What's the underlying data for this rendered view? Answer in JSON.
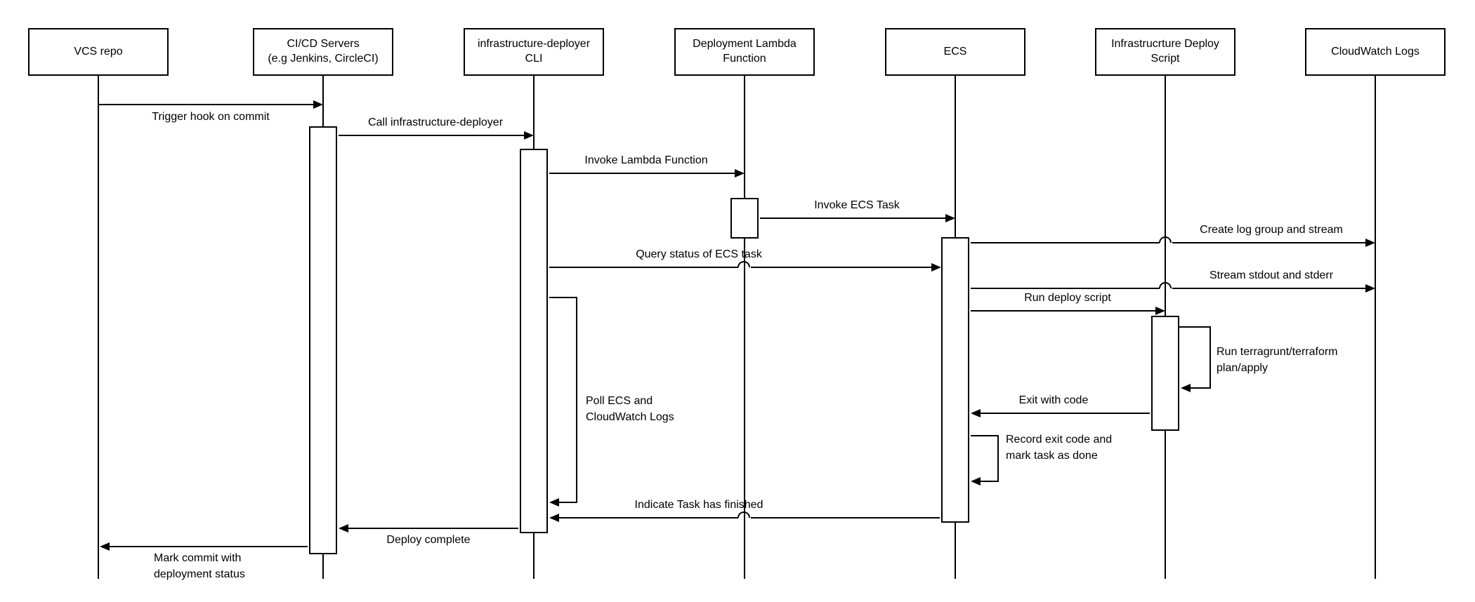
{
  "diagram": {
    "type": "uml-sequence-diagram",
    "background_color": "#ffffff",
    "line_color": "#000000",
    "text_color": "#000000"
  },
  "actors": [
    {
      "label": "VCS repo"
    },
    {
      "label": "CI/CD Servers\n(e.g Jenkins, CircleCI)"
    },
    {
      "label": "infrastructure-deployer\nCLI"
    },
    {
      "label": "Deployment Lambda\nFunction"
    },
    {
      "label": "ECS"
    },
    {
      "label": "Infrastrucrture Deploy\nScript"
    },
    {
      "label": "CloudWatch Logs"
    }
  ],
  "messages": {
    "trigger_hook": {
      "label": "Trigger hook on commit",
      "from": "VCS repo",
      "to": "CI/CD Servers"
    },
    "call_deployer": {
      "label": "Call infrastructure-deployer",
      "from": "CI/CD Servers",
      "to": "infrastructure-deployer CLI"
    },
    "invoke_lambda": {
      "label": "Invoke Lambda Function",
      "from": "infrastructure-deployer CLI",
      "to": "Deployment Lambda Function"
    },
    "invoke_ecs": {
      "label": "Invoke ECS Task",
      "from": "Deployment Lambda Function",
      "to": "ECS"
    },
    "create_log": {
      "label": "Create log group and stream",
      "from": "ECS",
      "to": "CloudWatch Logs"
    },
    "query_status": {
      "label": "Query status of ECS task",
      "from": "infrastructure-deployer CLI",
      "to": "ECS"
    },
    "stream_std": {
      "label": "Stream stdout and stderr",
      "from": "ECS",
      "to": "CloudWatch Logs"
    },
    "run_deploy": {
      "label": "Run deploy script",
      "from": "ECS",
      "to": "Infrastrucrture Deploy Script"
    },
    "run_terragrunt": {
      "label": "Run terragrunt/terraform\nplan/apply",
      "from": "Infrastrucrture Deploy Script",
      "to": "Infrastrucrture Deploy Script"
    },
    "exit_code": {
      "label": "Exit with code",
      "from": "Infrastrucrture Deploy Script",
      "to": "ECS"
    },
    "record_exit": {
      "label": "Record exit code and\nmark task as done",
      "from": "ECS",
      "to": "ECS"
    },
    "poll": {
      "label": "Poll ECS and\nCloudWatch Logs",
      "from": "infrastructure-deployer CLI",
      "to": "infrastructure-deployer CLI"
    },
    "indicate_finished": {
      "label": "Indicate Task has finished",
      "from": "ECS",
      "to": "infrastructure-deployer CLI"
    },
    "deploy_complete": {
      "label": "Deploy complete",
      "from": "infrastructure-deployer CLI",
      "to": "CI/CD Servers"
    },
    "mark_commit": {
      "label": "Mark commit with\ndeployment status",
      "from": "CI/CD Servers",
      "to": "VCS repo"
    }
  }
}
